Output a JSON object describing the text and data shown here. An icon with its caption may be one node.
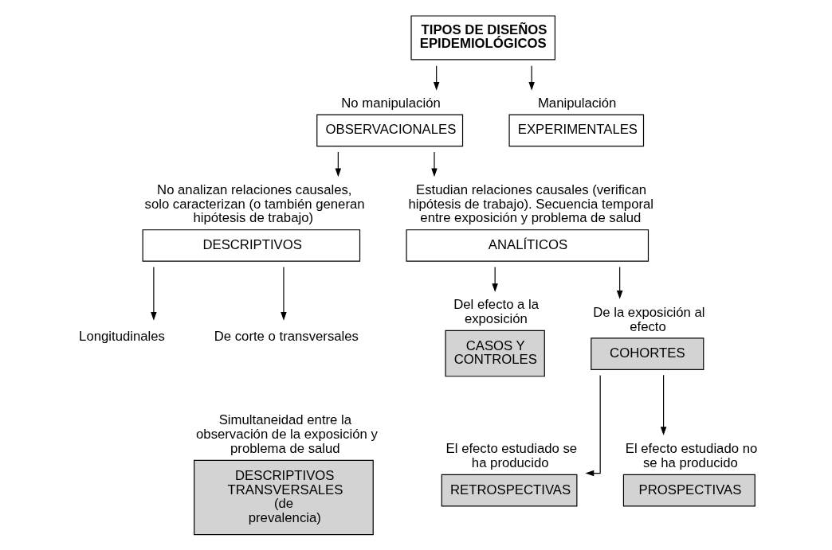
{
  "diagram": {
    "nodes": [
      {
        "text": [
          "TIPOS DE DISEÑOS EPIDEMIOLÓGICOS"
        ]
      },
      {
        "text": [
          "OBSERVACIONALES"
        ],
        "beside": [
          "No manipulación"
        ]
      },
      {
        "text": [
          "EXPERIMENTALES"
        ],
        "beside": [
          "Manipulación"
        ]
      },
      {
        "text": [
          "DESCRIPTIVOS"
        ],
        "beside": [
          "No analizan relaciones causales, solo caracterizan (o también generan hipótesis de trabajo)"
        ]
      },
      {
        "text": [
          "ANALÍTICOS"
        ],
        "beside": [
          "Estudian relaciones causales (verifican hipótesis de trabajo). Secuencia temporal entre exposición y problema de salud"
        ]
      },
      {
        "text": [
          "Longitudinales"
        ]
      },
      {
        "text": [
          "De corte o transversales"
        ]
      },
      {
        "text": [
          "DESCRIPTIVOS TRANSVERSALES (de prevalencia)"
        ],
        "beside": [
          "Simultaneidad entre la observación de la exposición y problema de salud"
        ]
      },
      {
        "text": [
          "CASOS Y CONTROLES"
        ],
        "beside": [
          "Del efecto a la exposición"
        ]
      },
      {
        "text": [
          "COHORTES"
        ],
        "beside": [
          "De la exposición al efecto"
        ]
      },
      {
        "text": [
          "RETROSPECTIVAS"
        ],
        "beside": [
          "El efecto estudiado se ha producido"
        ]
      },
      {
        "text": [
          "PROSPECTIVAS"
        ],
        "beside": [
          "El efecto estudiado no se ha producido"
        ]
      }
    ],
    "edges": [
      {
        "from": 0,
        "to": 1,
        "arrow": "to"
      },
      {
        "from": 0,
        "to": 2,
        "arrow": "to"
      },
      {
        "from": 1,
        "to": 3,
        "arrow": "to"
      },
      {
        "from": 1,
        "to": 4,
        "arrow": "to"
      },
      {
        "from": 3,
        "to": 5,
        "arrow": "to"
      },
      {
        "from": 3,
        "to": 6,
        "arrow": "to"
      },
      {
        "from": 4,
        "to": 8,
        "arrow": "to"
      },
      {
        "from": 4,
        "to": 9,
        "arrow": "to"
      },
      {
        "from": 9,
        "to": 10,
        "arrow": "to"
      },
      {
        "from": 9,
        "to": 11,
        "arrow": "to"
      }
    ]
  }
}
